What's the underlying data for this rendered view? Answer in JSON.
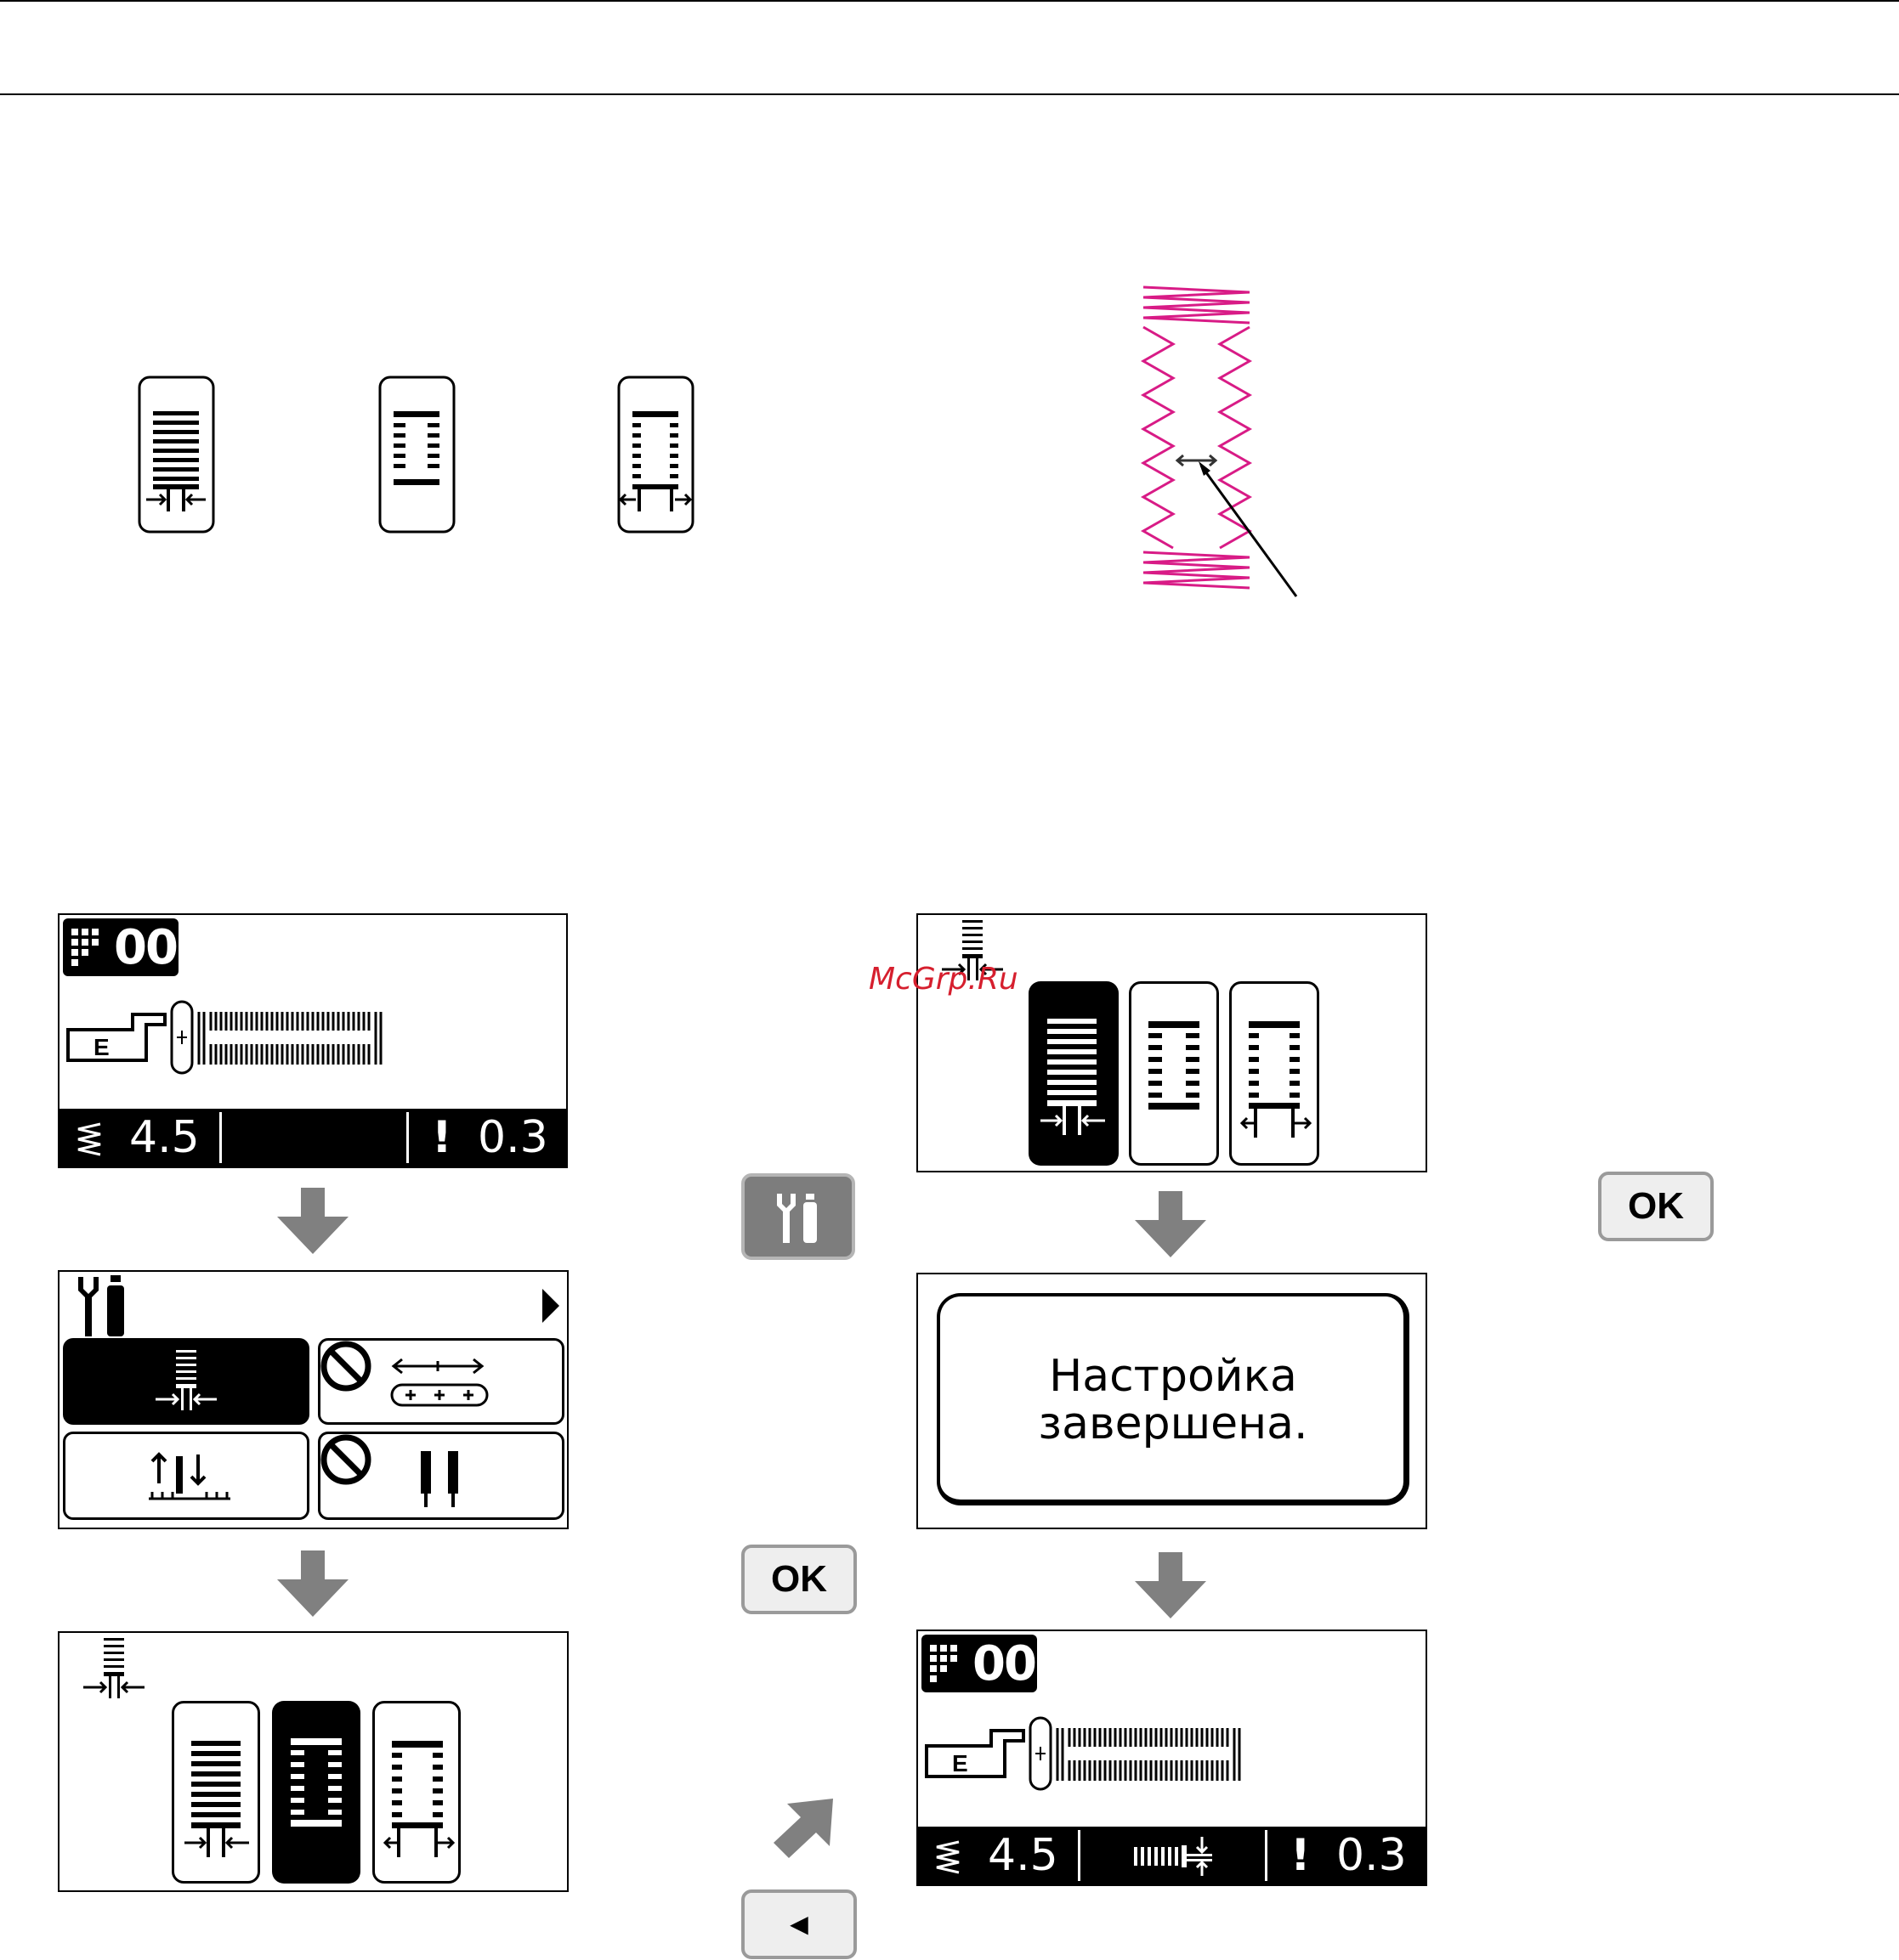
{
  "watermark": "McGrp.Ru",
  "screen1": {
    "pattern_number": "00",
    "foot_letter": "E",
    "stitch_width": "4.5",
    "thread_tension": "0.3"
  },
  "screen6": {
    "pattern_number": "00",
    "foot_letter": "E",
    "stitch_width": "4.5",
    "thread_tension": "0.3"
  },
  "buttons": {
    "ok_label": "OK",
    "back_glyph": "◄"
  },
  "message": {
    "line1": "Настройка",
    "line2": "завершена."
  },
  "icons": {
    "buttonhole_narrow": "buttonhole-narrow-icon",
    "buttonhole_standard": "buttonhole-standard-icon",
    "buttonhole_wide": "buttonhole-wide-icon"
  },
  "colors": {
    "stitch": "#d81b86",
    "arrow": "#808080",
    "button_gray": "#eeeeee",
    "button_dark": "#7d7d7d"
  }
}
